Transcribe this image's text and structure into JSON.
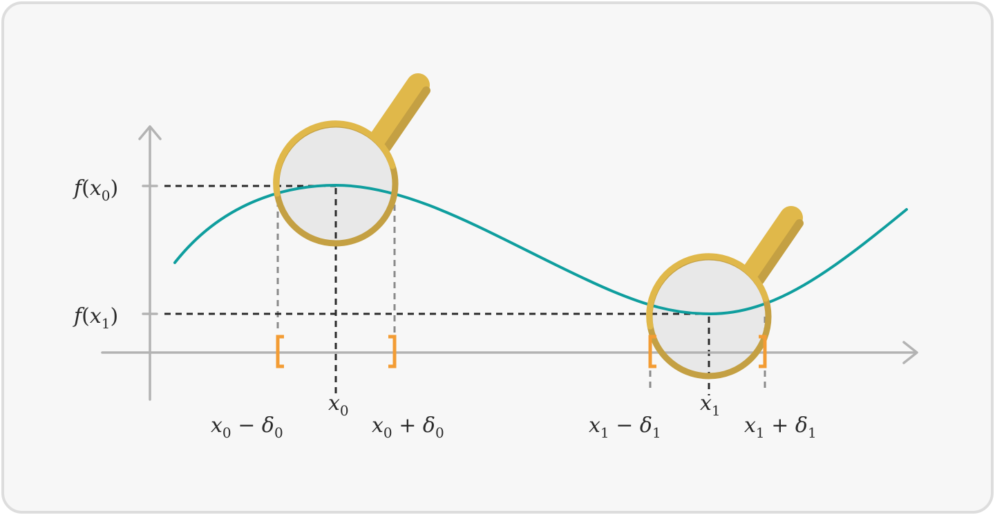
{
  "colors": {
    "curve": "#0f9e9e",
    "axis": "#b3b3b3",
    "guide_dark": "#2a2a2a",
    "guide_light": "#8a8a8a",
    "bracket": "#f39c34",
    "lens_rim": "#e0b84a",
    "lens_rim_shadow": "#c4a043",
    "lens_glass": "#e8e8e8",
    "card_bg": "#f7f7f7",
    "card_border": "#dddddd"
  },
  "icons": {
    "magnifier_0": "magnifying-glass-icon",
    "magnifier_1": "magnifying-glass-icon"
  },
  "labels": {
    "y_label_0": {
      "fn": "f",
      "open": "(",
      "var": "x",
      "sub": "0",
      "close": ")"
    },
    "y_label_1": {
      "fn": "f",
      "open": "(",
      "var": "x",
      "sub": "1",
      "close": ")"
    },
    "x_point_0": {
      "var": "x",
      "sub": "0"
    },
    "x_point_1": {
      "var": "x",
      "sub": "1"
    },
    "x0_minus": {
      "var": "x",
      "sub": "0",
      "op": " − ",
      "delta": "δ",
      "dsub": "0"
    },
    "x0_plus": {
      "var": "x",
      "sub": "0",
      "op": " + ",
      "delta": "δ",
      "dsub": "0"
    },
    "x1_minus": {
      "var": "x",
      "sub": "1",
      "op": " − ",
      "delta": "δ",
      "dsub": "1"
    },
    "x1_plus": {
      "var": "x",
      "sub": "1",
      "op": " + ",
      "delta": "δ",
      "dsub": "1"
    }
  },
  "brackets": {
    "left": "[",
    "right": "]"
  }
}
